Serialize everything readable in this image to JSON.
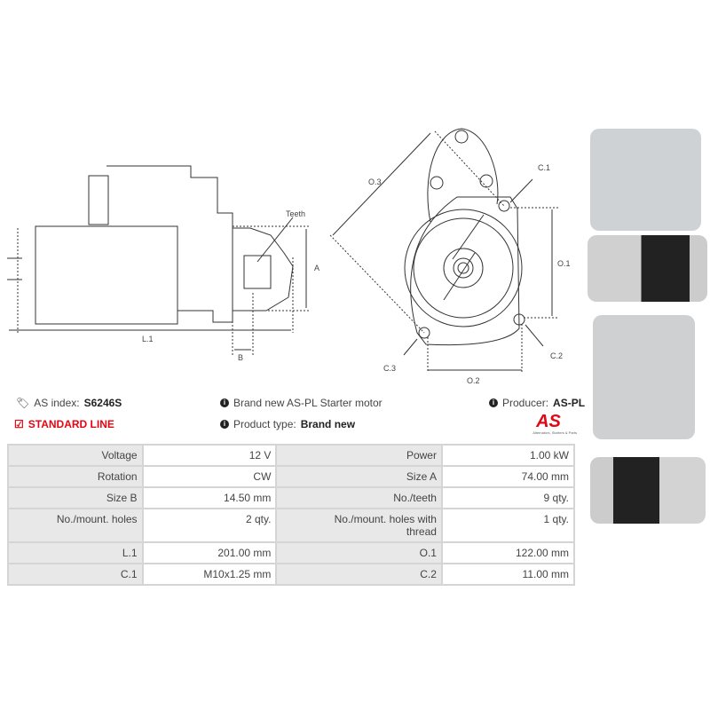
{
  "drawing": {
    "side_labels": {
      "teeth": "Teeth",
      "a": "A",
      "b": "B",
      "l1": "L.1"
    },
    "front_labels": {
      "o3": "O.3",
      "c1": "C.1",
      "o1": "O.1",
      "c3": "C.3",
      "c2": "C.2",
      "o2": "O.2"
    }
  },
  "info": {
    "as_index_label": "AS index:",
    "as_index_value": "S6246S",
    "standard_line": "STANDARD LINE",
    "description": "Brand new AS-PL Starter motor",
    "product_type_label": "Product type:",
    "product_type_value": "Brand new",
    "producer_label": "Producer:",
    "producer_value": "AS-PL",
    "logo_text": "AS",
    "logo_tagline": "Alternators, Starters & Parts"
  },
  "specs": [
    [
      "Voltage",
      "12 V",
      "Power",
      "1.00 kW"
    ],
    [
      "Rotation",
      "CW",
      "Size A",
      "74.00 mm"
    ],
    [
      "Size B",
      "14.50 mm",
      "No./teeth",
      "9 qty."
    ],
    [
      "No./mount. holes",
      "2 qty.",
      "No./mount. holes with thread",
      "1 qty."
    ],
    [
      "L.1",
      "201.00 mm",
      "O.1",
      "122.00 mm"
    ],
    [
      "C.1",
      "M10x1.25 mm",
      "C.2",
      "11.00 mm"
    ]
  ],
  "colors": {
    "accent": "#e30613"
  }
}
